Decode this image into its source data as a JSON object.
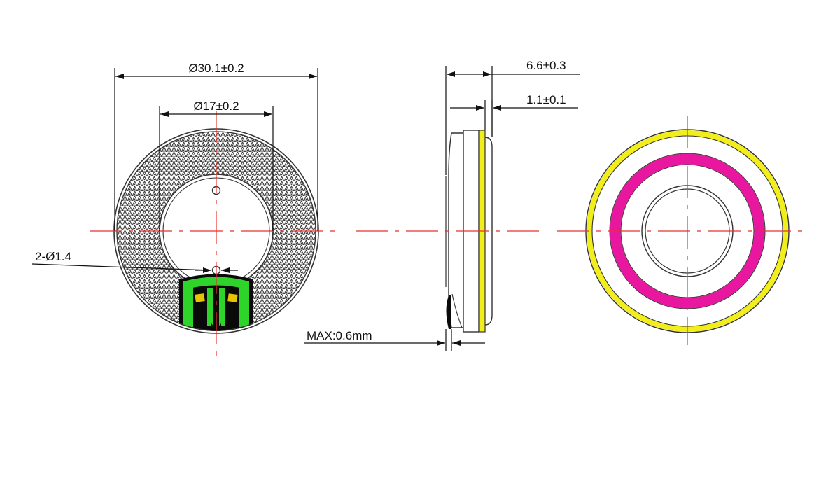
{
  "dimensions": {
    "outer_diameter": "Ø30.1±0.2",
    "inner_diameter": "Ø17±0.2",
    "holes": "2-Ø1.4",
    "total_thickness": "6.6±0.3",
    "rim_thickness": "1.1±0.1",
    "max_protrusion": "MAX:0.6mm"
  },
  "colors": {
    "outline": "#333333",
    "dimension": "#111111",
    "centerline": "#e8322d",
    "rim_yellow": "#f2ee1b",
    "ring_magenta": "#e9169f",
    "pcb_green": "#2ed42a",
    "pcb_black": "#0a0a0a",
    "pad_gold": "#e6c400",
    "mesh_dark": "#3a3a3a"
  },
  "icons": {
    "front": "speaker-front-view-icon",
    "side": "speaker-side-view-icon",
    "back": "speaker-back-view-icon"
  }
}
